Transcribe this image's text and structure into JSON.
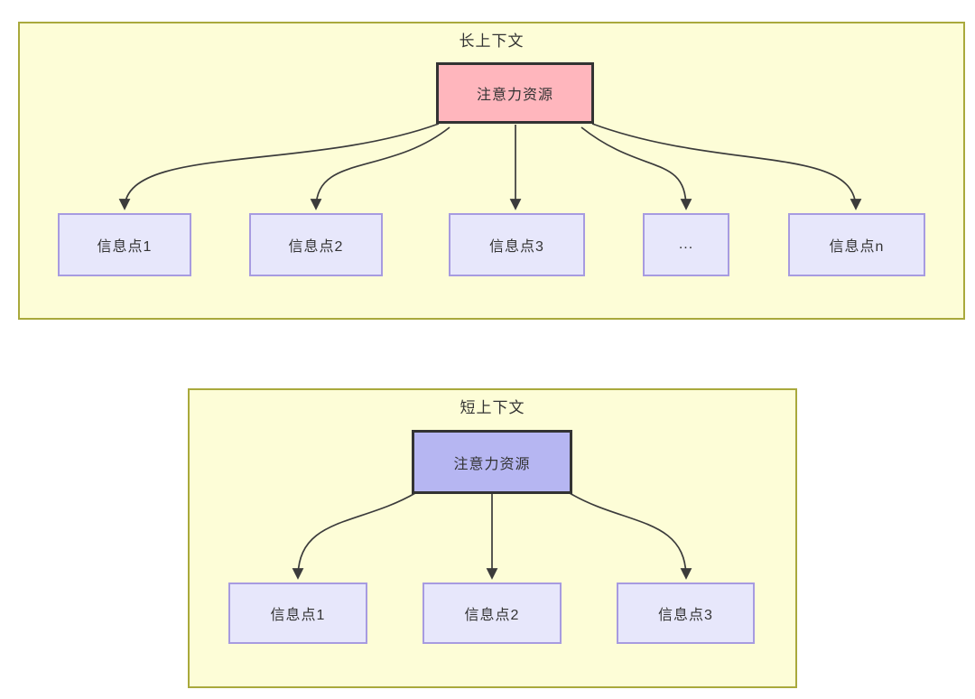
{
  "long_context": {
    "title": "长上下文",
    "attention": "注意力资源",
    "info_points": [
      "信息点1",
      "信息点2",
      "信息点3",
      "...",
      "信息点n"
    ]
  },
  "short_context": {
    "title": "短上下文",
    "attention": "注意力资源",
    "info_points": [
      "信息点1",
      "信息点2",
      "信息点3"
    ]
  },
  "colors": {
    "container_bg": "#FDFDD7",
    "container_border": "#A9A93C",
    "attention_long_bg": "#FFB6BD",
    "attention_short_bg": "#B6B6F2",
    "info_bg": "#E7E7FB",
    "info_border": "#A79BE0",
    "box_border": "#333333",
    "arrow_color": "#3B3B3B",
    "text_color": "#333333"
  }
}
